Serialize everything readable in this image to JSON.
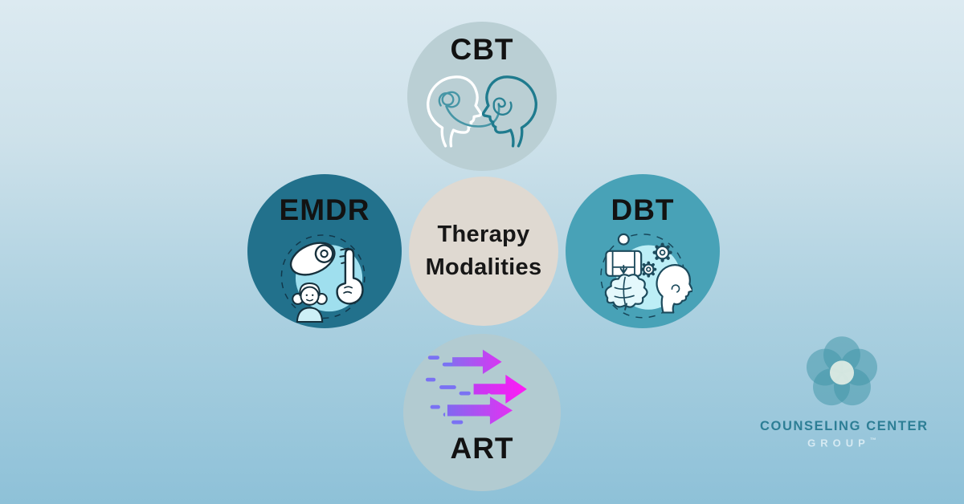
{
  "title": "Therapy Modalities infographic",
  "center": {
    "line1": "Therapy",
    "line2": "Modalities"
  },
  "modalities": [
    {
      "id": "cbt",
      "label": "CBT",
      "icon": "two-heads-conversation-icon",
      "circle_color": "#bacfd4"
    },
    {
      "id": "emdr",
      "label": "EMDR",
      "icon": "eye-and-hand-therapy-icon",
      "circle_color": "#22718c"
    },
    {
      "id": "dbt",
      "label": "DBT",
      "icon": "couch-brain-gears-head-icon",
      "circle_color": "#48a2b7"
    },
    {
      "id": "art",
      "label": "ART",
      "icon": "fast-forward-arrows-icon",
      "circle_color": "#b2cbd1"
    }
  ],
  "logo": {
    "name": "counseling-center-group",
    "line1": "COUNSELING CENTER",
    "line2": "GROUP",
    "trademark": "™",
    "flower_icon": "five-petal-pinwheel-icon"
  },
  "colors": {
    "background_top": "#dceaf1",
    "background_bottom": "#8ec1d8",
    "center_circle": "#dfd9d1",
    "label_text": "#121212",
    "logo_text": "#2d7e95",
    "arrow_purple": "#7f6af0",
    "arrow_magenta": "#ff1bf4",
    "speed_dash": "#7a72f3",
    "icon_outline_dark": "#16303c",
    "icon_light_blue": "#9fdfee"
  }
}
